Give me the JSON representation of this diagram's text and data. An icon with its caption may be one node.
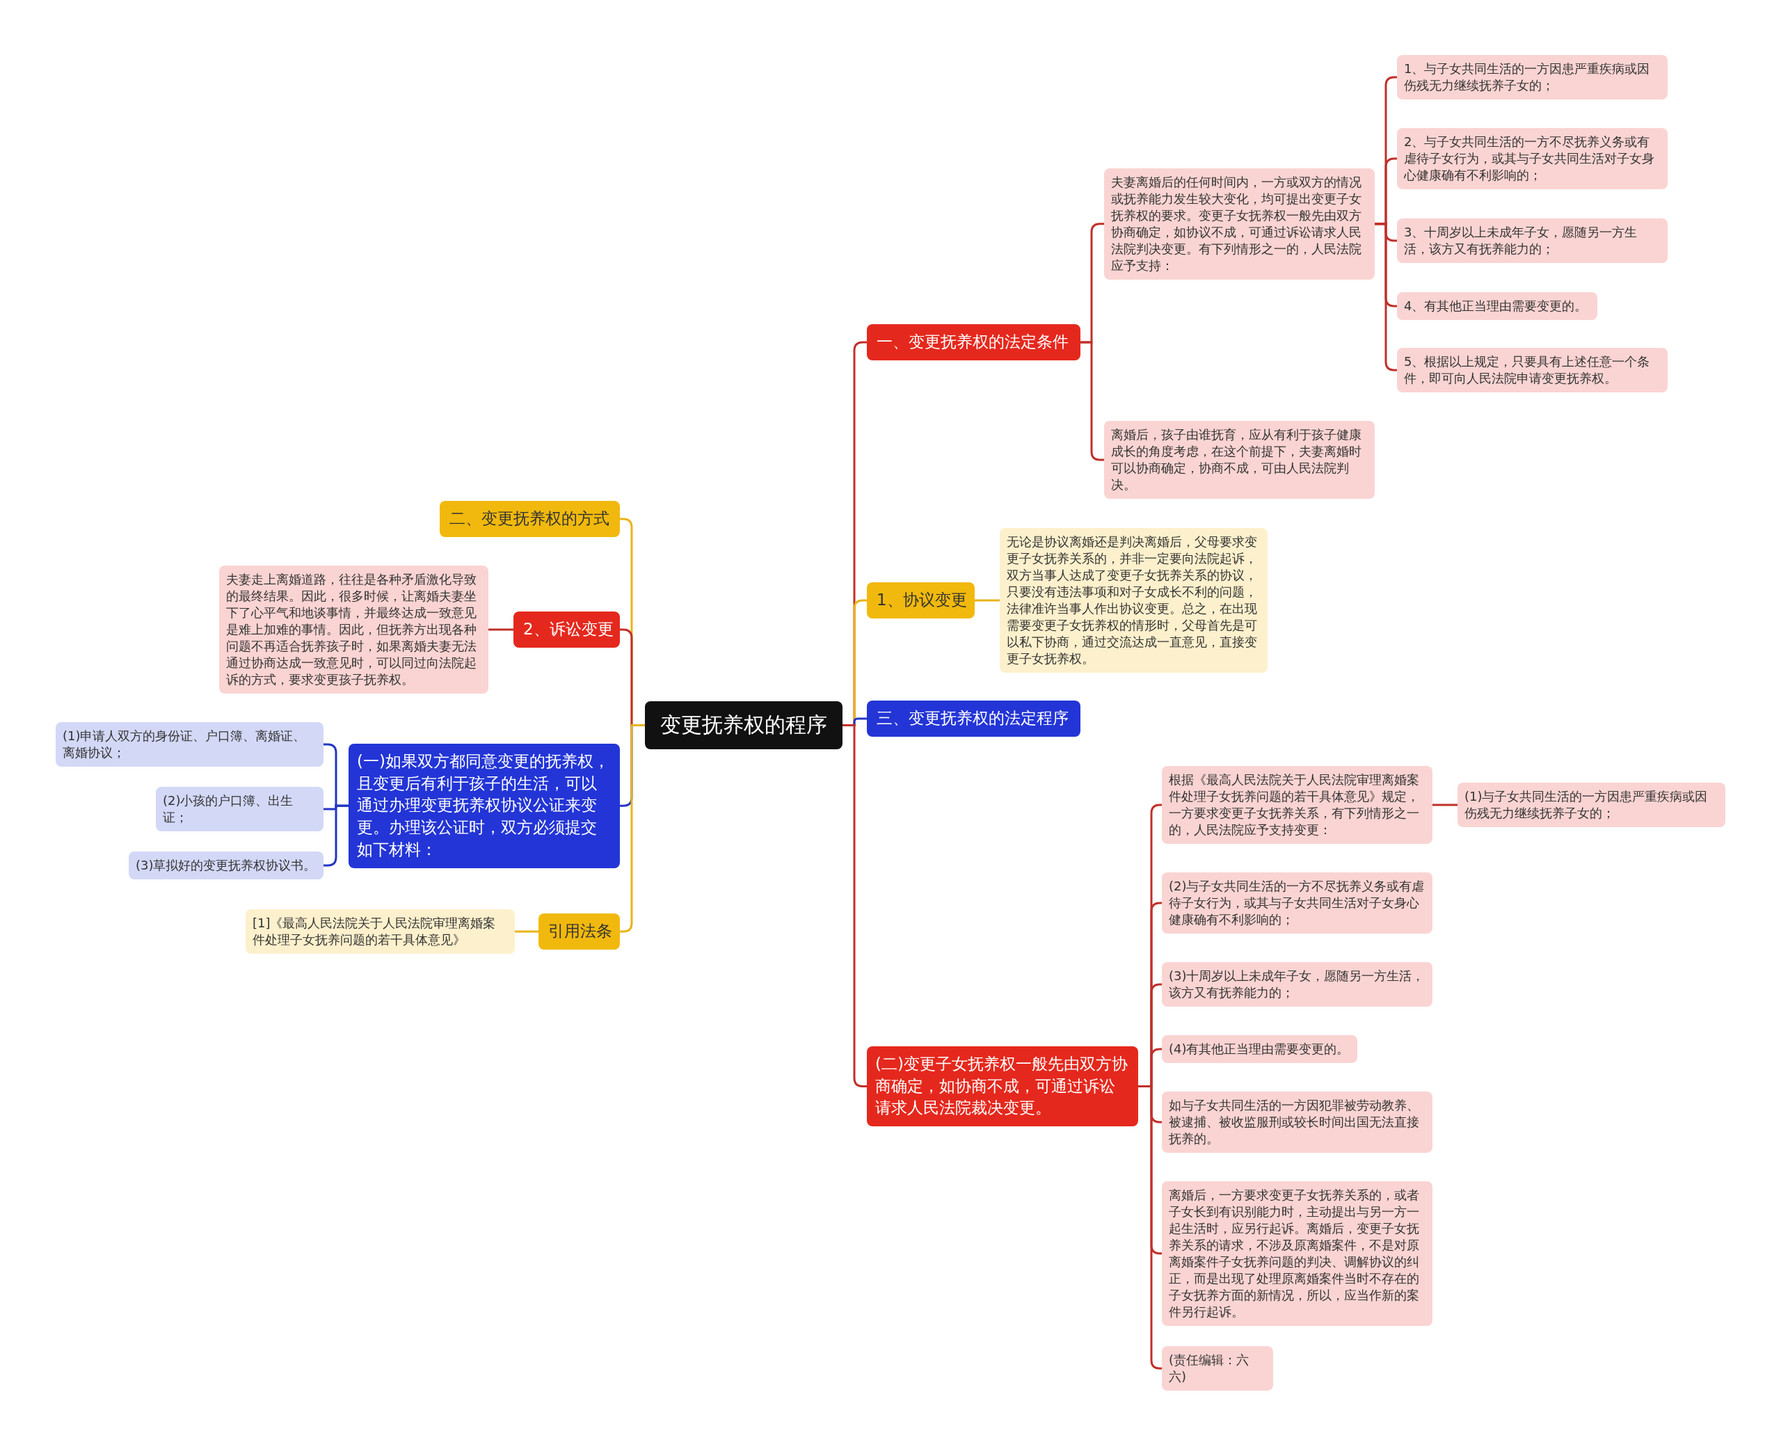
{
  "diagram": {
    "nodes": [
      {
        "text": [
          "变更抚养权的程序"
        ]
      },
      {
        "text": [
          "一、变更抚养权的法定条件"
        ]
      },
      {
        "text": [
          "夫妻离婚后的任何时间内，一方或双方的情况或抚养能力发生较大变化，均可提出变更子女抚养权的要求。变更子女抚养权一般先由双方协商确定，如协议不成，可通过诉讼请求人民法院判决变更。有下列情形之一的，人民法院应予支持："
        ]
      },
      {
        "text": [
          "1、与子女共同生活的一方因患严重疾病或因伤残无力继续抚养子女的；"
        ]
      },
      {
        "text": [
          "2、与子女共同生活的一方不尽抚养义务或有虐待子女行为，或其与子女共同生活对子女身心健康确有不利影响的；"
        ]
      },
      {
        "text": [
          "3、十周岁以上未成年子女，愿随另一方生活，该方又有抚养能力的；"
        ]
      },
      {
        "text": [
          "4、有其他正当理由需要变更的。"
        ]
      },
      {
        "text": [
          "5、根据以上规定，只要具有上述任意一个条件，即可向人民法院申请变更抚养权。"
        ]
      },
      {
        "text": [
          "离婚后，孩子由谁抚育，应从有利于孩子健康成长的角度考虑，在这个前提下，夫妻离婚时可以协商确定，协商不成，可由人民法院判决。"
        ]
      },
      {
        "text": [
          "1、协议变更"
        ]
      },
      {
        "text": [
          "无论是协议离婚还是判决离婚后，父母要求变更子女抚养关系的，并非一定要向法院起诉，双方当事人达成了变更子女抚养关系的协议，只要没有违法事项和对子女成长不利的问题，法律准许当事人作出协议变更。总之，在出现需要变更子女抚养权的情形时，父母首先是可以私下协商，通过交流达成一直意见，直接变更子女抚养权。"
        ]
      },
      {
        "text": [
          "三、变更抚养权的法定程序"
        ]
      },
      {
        "text": [
          "(二)变更子女抚养权一般先由双方协商确定，如协商不成，可通过诉讼请求人民法院裁决变更。"
        ]
      },
      {
        "text": [
          "根据《最高人民法院关于人民法院审理离婚案件处理子女抚养问题的若干具体意见》规定，一方要求变更子女抚养关系，有下列情形之一的，人民法院应予支持变更："
        ]
      },
      {
        "text": [
          "(1)与子女共同生活的一方因患严重疾病或因伤残无力继续抚养子女的；"
        ]
      },
      {
        "text": [
          "(2)与子女共同生活的一方不尽抚养义务或有虐待子女行为，或其与子女共同生活对子女身心健康确有不利影响的；"
        ]
      },
      {
        "text": [
          "(3)十周岁以上未成年子女，愿随另一方生活，该方又有抚养能力的；"
        ]
      },
      {
        "text": [
          "(4)有其他正当理由需要变更的。"
        ]
      },
      {
        "text": [
          "如与子女共同生活的一方因犯罪被劳动教养、被逮捕、被收监服刑或较长时间出国无法直接抚养的。"
        ]
      },
      {
        "text": [
          "离婚后，一方要求变更子女抚养关系的，或者子女长到有识别能力时，主动提出与另一方一起生活时，应另行起诉。离婚后，变更子女抚养关系的请求，不涉及原离婚案件，不是对原离婚案件子女抚养问题的判决、调解协议的纠正，而是出现了处理原离婚案件当时不存在的子女抚养方面的新情况，所以，应当作新的案件另行起诉。"
        ]
      },
      {
        "text": [
          "(责任编辑：六六)"
        ]
      },
      {
        "text": [
          "二、变更抚养权的方式"
        ]
      },
      {
        "text": [
          "2、诉讼变更"
        ]
      },
      {
        "text": [
          "夫妻走上离婚道路，往往是各种矛盾激化导致的最终结果。因此，很多时候，让离婚夫妻坐下了心平气和地谈事情，并最终达成一致意见是难上加难的事情。因此，但抚养方出现各种问题不再适合抚养孩子时，如果离婚夫妻无法通过协商达成一致意见时，可以同过向法院起诉的方式，要求变更孩子抚养权。"
        ]
      },
      {
        "text": [
          "(一)如果双方都同意变更的抚养权，且变更后有利于孩子的生活，可以通过办理变更抚养权协议公证来变更。办理该公证时，双方必须提交如下材料："
        ]
      },
      {
        "text": [
          "(1)申请人双方的身份证、户口簿、离婚证、离婚协议；"
        ]
      },
      {
        "text": [
          "(2)小孩的户口簿、出生证；"
        ]
      },
      {
        "text": [
          "(3)草拟好的变更抚养权协议书。"
        ]
      },
      {
        "text": [
          "引用法条"
        ]
      },
      {
        "text": [
          "[1]《最高人民法院关于人民法院审理离婚案件处理子女抚养问题的若干具体意见》"
        ]
      }
    ],
    "edges": [
      {
        "from": 0,
        "to": 1,
        "arrow": "none"
      },
      {
        "from": 1,
        "to": 2,
        "arrow": "none"
      },
      {
        "from": 2,
        "to": 3,
        "arrow": "none"
      },
      {
        "from": 2,
        "to": 4,
        "arrow": "none"
      },
      {
        "from": 2,
        "to": 5,
        "arrow": "none"
      },
      {
        "from": 2,
        "to": 6,
        "arrow": "none"
      },
      {
        "from": 2,
        "to": 7,
        "arrow": "none"
      },
      {
        "from": 1,
        "to": 8,
        "arrow": "none"
      },
      {
        "from": 0,
        "to": 9,
        "arrow": "none",
        "color": "#e8b41a"
      },
      {
        "from": 9,
        "to": 10,
        "arrow": "none",
        "color": "#e8b41a"
      },
      {
        "from": 0,
        "to": 11,
        "arrow": "none",
        "color": "#2437c4"
      },
      {
        "from": 0,
        "to": 12,
        "arrow": "none"
      },
      {
        "from": 12,
        "to": 13,
        "arrow": "none"
      },
      {
        "from": 13,
        "to": 14,
        "arrow": "none"
      },
      {
        "from": 12,
        "to": 15,
        "arrow": "none"
      },
      {
        "from": 12,
        "to": 16,
        "arrow": "none"
      },
      {
        "from": 12,
        "to": 17,
        "arrow": "none"
      },
      {
        "from": 12,
        "to": 18,
        "arrow": "none"
      },
      {
        "from": 12,
        "to": 19,
        "arrow": "none"
      },
      {
        "from": 12,
        "to": 20,
        "arrow": "none"
      },
      {
        "from": 0,
        "to": 21,
        "arrow": "none",
        "color": "#e8b41a"
      },
      {
        "from": 0,
        "to": 22,
        "arrow": "none"
      },
      {
        "from": 22,
        "to": 23,
        "arrow": "none"
      },
      {
        "from": 0,
        "to": 24,
        "arrow": "none",
        "color": "#2437c4"
      },
      {
        "from": 24,
        "to": 25,
        "arrow": "none",
        "color": "#2437c4"
      },
      {
        "from": 24,
        "to": 26,
        "arrow": "none",
        "color": "#2437c4"
      },
      {
        "from": 24,
        "to": 27,
        "arrow": "none",
        "color": "#2437c4"
      },
      {
        "from": 0,
        "to": 28,
        "arrow": "none",
        "color": "#e8b41a"
      },
      {
        "from": 28,
        "to": 29,
        "arrow": "none",
        "color": "#e8b41a"
      }
    ]
  }
}
